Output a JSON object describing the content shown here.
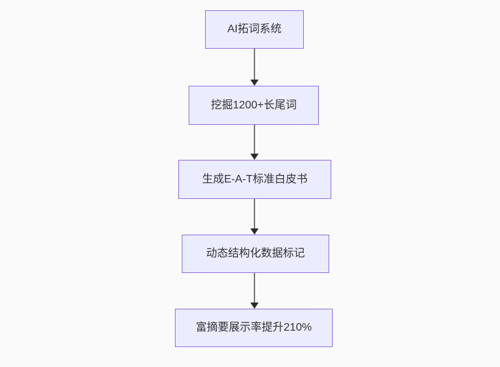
{
  "diagram": {
    "type": "flowchart",
    "direction": "top-down",
    "theme": {
      "node_fill": "#ECECFF",
      "node_border": "#9370DB",
      "edge_line": "#787878",
      "edge_arrowhead": "#2b2b2b",
      "text_color": "#333333",
      "canvas_bg": "#fafafa"
    },
    "nodes": [
      {
        "label": "AI拓词系统"
      },
      {
        "label": "挖掘1200+长尾词"
      },
      {
        "label": "生成E-A-T标准白皮书"
      },
      {
        "label": "动态结构化数据标记"
      },
      {
        "label": "富摘要展示率提升210%"
      }
    ],
    "edges": [
      {
        "from": 0,
        "to": 1
      },
      {
        "from": 1,
        "to": 2
      },
      {
        "from": 2,
        "to": 3
      },
      {
        "from": 3,
        "to": 4
      }
    ]
  }
}
